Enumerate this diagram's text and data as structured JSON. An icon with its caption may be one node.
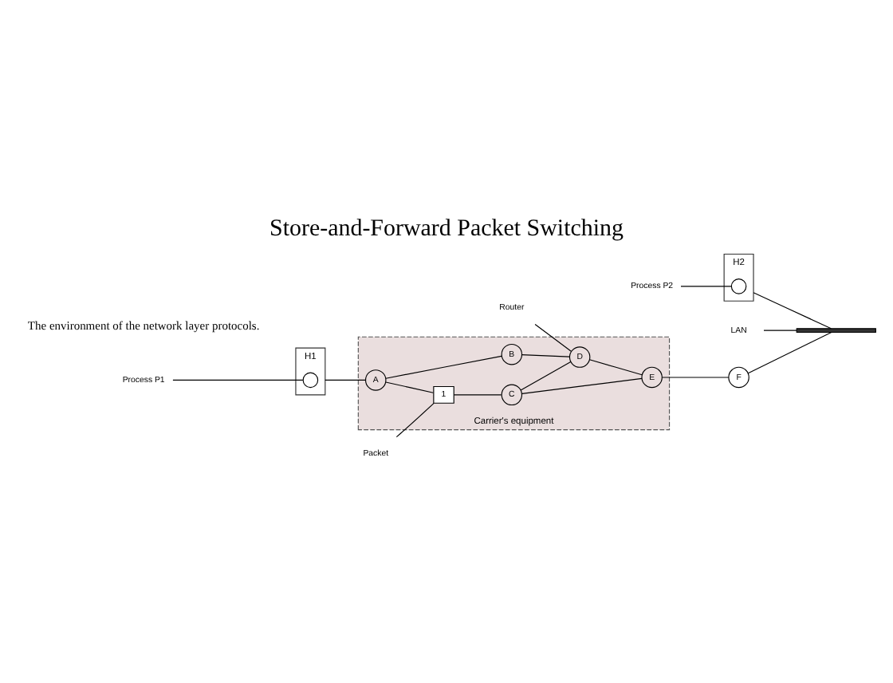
{
  "diagram": {
    "title": "Store-and-Forward Packet Switching",
    "caption": "The environment of the network layer protocols.",
    "nodes": [
      {
        "text": [
          "Carrier's equipment"
        ]
      },
      {
        "text": [
          "A"
        ],
        "in": 0
      },
      {
        "text": [
          "B"
        ],
        "in": 0
      },
      {
        "text": [
          "D"
        ],
        "in": 0
      },
      {
        "text": [
          "1"
        ],
        "in": 0
      },
      {
        "text": [
          "C"
        ],
        "in": 0
      },
      {
        "text": [
          "E"
        ],
        "in": 0
      },
      {
        "text": [
          "H1"
        ]
      },
      {
        "text": [],
        "shape": "circle",
        "in": 7
      },
      {
        "text": [
          "Process P1"
        ]
      },
      {
        "text": [
          "F"
        ]
      },
      {
        "text": [
          "H2"
        ]
      },
      {
        "text": [],
        "shape": "circle",
        "in": 11
      },
      {
        "text": [
          "Process P2"
        ]
      },
      {
        "text": [],
        "shape": "bar"
      },
      {
        "text": [
          "LAN"
        ]
      },
      {
        "text": [
          "Router"
        ]
      },
      {
        "text": [
          "Packet"
        ]
      }
    ],
    "edges": [
      {
        "from": 7,
        "to": 1,
        "arrow": "none"
      },
      {
        "from": 1,
        "to": 2,
        "arrow": "none"
      },
      {
        "from": 2,
        "to": 3,
        "arrow": "none"
      },
      {
        "from": 1,
        "to": 4,
        "arrow": "none"
      },
      {
        "from": 4,
        "to": 5,
        "arrow": "none"
      },
      {
        "from": 5,
        "to": 3,
        "arrow": "none"
      },
      {
        "from": 3,
        "to": 6,
        "arrow": "none"
      },
      {
        "from": 5,
        "to": 6,
        "arrow": "none"
      },
      {
        "from": 6,
        "to": 10,
        "arrow": "none"
      },
      {
        "from": 10,
        "to": 14,
        "arrow": "none"
      },
      {
        "from": 11,
        "to": 14,
        "arrow": "none"
      },
      {
        "from": 9,
        "to": 8,
        "arrow": "none"
      },
      {
        "from": 13,
        "to": 12,
        "arrow": "none"
      },
      {
        "from": 15,
        "to": 14,
        "arrow": "none"
      },
      {
        "from": 16,
        "to": 3,
        "arrow": "none"
      },
      {
        "from": 17,
        "to": 4,
        "arrow": "none"
      }
    ]
  }
}
